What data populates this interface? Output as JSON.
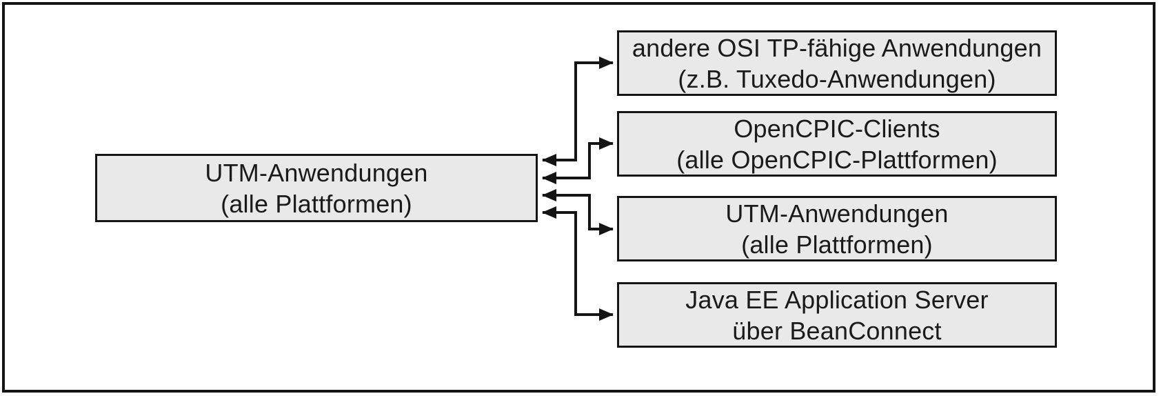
{
  "diagram": {
    "left_box": {
      "line1": "UTM-Anwendungen",
      "line2": "(alle Plattformen)"
    },
    "right_boxes": [
      {
        "line1": "andere OSI TP-fähige Anwendungen",
        "line2": "(z.B. Tuxedo-Anwendungen)"
      },
      {
        "line1": "OpenCPIC-Clients",
        "line2": "(alle OpenCPIC-Plattformen)"
      },
      {
        "line1": "UTM-Anwendungen",
        "line2": "(alle Plattformen)"
      },
      {
        "line1": "Java EE Application Server",
        "line2": "über BeanConnect"
      }
    ],
    "colors": {
      "box_fill": "#e9e9e9",
      "border": "#141414",
      "background": "#ffffff",
      "connector": "#141414"
    }
  }
}
